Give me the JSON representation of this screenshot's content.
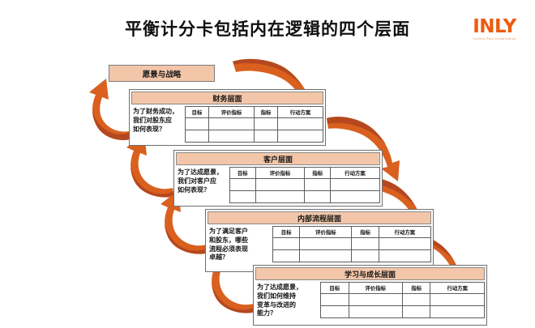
{
  "title": "平衡计分卡包括内在逻辑的四个层面",
  "logo": {
    "word": "INLY",
    "tagline": "Content  Path  Conversation"
  },
  "vision": {
    "label": "愿景与战略"
  },
  "columns": [
    "目标",
    "评价指标",
    "指标",
    "行动方案"
  ],
  "panels": [
    {
      "id": "financial",
      "header": "财务层面",
      "question": "为了财务成功，\n我们对股东应\n如何表现？",
      "empty_rows": 2
    },
    {
      "id": "customer",
      "header": "客户层面",
      "question": "为了达成愿景，\n我们对客户应\n如何表现？",
      "empty_rows": 2
    },
    {
      "id": "process",
      "header": "内部流程层面",
      "question": "为了满足客户\n和股东，哪些\n流程必须表现\n卓越？",
      "empty_rows": 2
    },
    {
      "id": "learning",
      "header": "学习与成长层面",
      "question": "为了达成愿景，\n我们如何维持\n变革与改进的\n能力？",
      "empty_rows": 2
    }
  ],
  "colors": {
    "header_fill": "#f3c6a9",
    "arrow_light": "#d9601f",
    "arrow_dark": "#b5481f",
    "logo_orange": "#ee5a10",
    "border": "#6e6e6e"
  },
  "arrows": [
    {
      "name": "arrow-up-left-1",
      "direction": "up-left"
    },
    {
      "name": "arrow-down-right-1",
      "direction": "down-right"
    },
    {
      "name": "arrow-up-left-2",
      "direction": "up-left"
    },
    {
      "name": "arrow-down-right-2",
      "direction": "down-right"
    },
    {
      "name": "arrow-up-left-3",
      "direction": "up-left"
    },
    {
      "name": "arrow-down-right-3",
      "direction": "down-right"
    },
    {
      "name": "arrow-up-left-4",
      "direction": "up-left"
    },
    {
      "name": "arrow-down-right-4",
      "direction": "down-right"
    }
  ]
}
